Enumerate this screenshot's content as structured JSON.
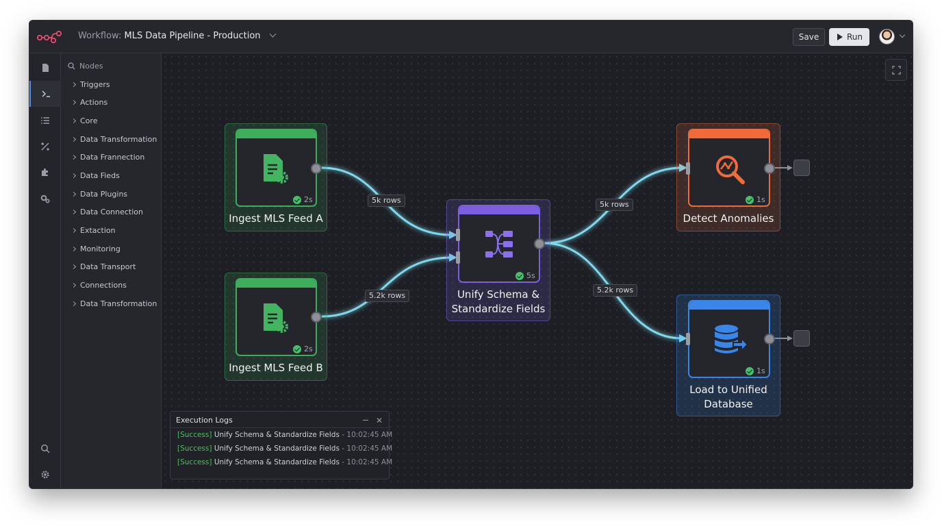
{
  "header": {
    "title_prefix": "Workflow:",
    "title": "MLS Data Pipeline - Production",
    "save_label": "Save",
    "run_label": "Run"
  },
  "panel": {
    "search_placeholder": "Nodes",
    "items": [
      "Triggers",
      "Actions",
      "Core",
      "Data Transformation",
      "Data Frannection",
      "Data Fieds",
      "Data Plugins",
      "Data Connection",
      "Extaction",
      "Monitoring",
      "Data Transport",
      "Connections",
      "Data Transformation"
    ]
  },
  "nodes": {
    "feed_a": {
      "label": "Ingest MLS Feed A",
      "duration": "2s",
      "color": "#3fae5c"
    },
    "feed_b": {
      "label": "Ingest MLS Feed B",
      "duration": "2s",
      "color": "#3fae5c"
    },
    "unify": {
      "label_line1": "Unify Schema &",
      "label_line2": "Standardize Fields",
      "duration": "5s",
      "color": "#7b5fe0"
    },
    "detect": {
      "label": "Detect Anomalies",
      "duration": "1s",
      "color": "#f06a3a"
    },
    "load": {
      "label_line1": "Load to Unified",
      "label_line2": "Database",
      "duration": "1s",
      "color": "#3a86e8"
    }
  },
  "edges": {
    "a_to_unify": "5k rows",
    "b_to_unify": "5.2k rows",
    "unify_to_detect": "5k rows",
    "unify_to_load": "5.2k rows"
  },
  "logs": {
    "title": "Execution Logs",
    "entries": [
      {
        "status": "[Success]",
        "message": "Unify Schema & Standardize Fields",
        "time": "- 10:02:45 AM"
      },
      {
        "status": "[Success]",
        "message": "Unify Schema & Standardize Fields",
        "time": "- 10:02:45 AM"
      },
      {
        "status": "[Success]",
        "message": "Unify Schema & Standardize Fields",
        "time": "- 10:02:45 AM"
      }
    ]
  },
  "colors": {
    "edge": "#7fd8ec",
    "success": "#46c06a",
    "accent": "#5a8ee6"
  }
}
